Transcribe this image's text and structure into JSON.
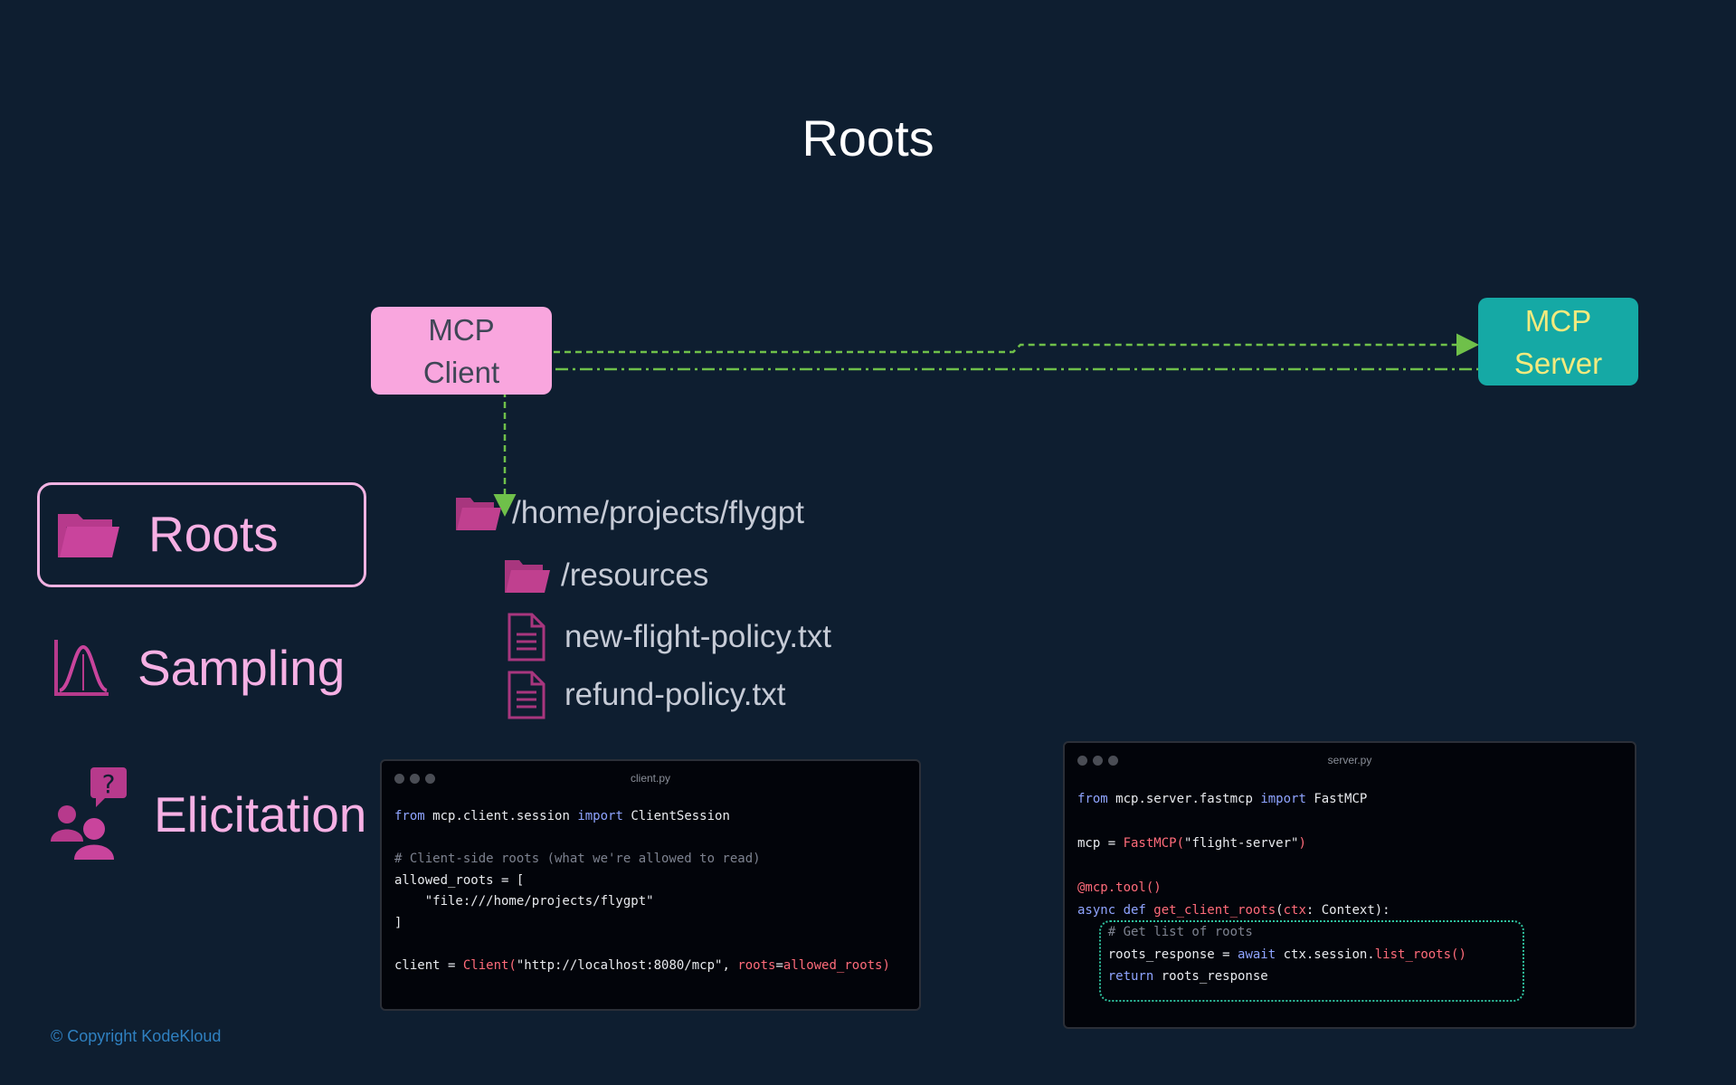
{
  "title": "Roots",
  "diagram": {
    "client_node": {
      "line1": "MCP",
      "line2": "Client",
      "color": "#f9a6de"
    },
    "server_node": {
      "line1": "MCP",
      "line2": "Server",
      "color": "#15a9a5"
    },
    "connector_color": "#6fc04a"
  },
  "sidebar": {
    "items": [
      {
        "label": "Roots",
        "icon": "folder-icon",
        "selected": true
      },
      {
        "label": "Sampling",
        "icon": "bell-curve-icon",
        "selected": false
      },
      {
        "label": "Elicitation",
        "icon": "people-question-icon",
        "selected": false
      }
    ],
    "accent": "#f6b0e4"
  },
  "tree": {
    "root": "/home/projects/flygpt",
    "children": [
      {
        "label": "/resources",
        "icon": "folder-icon"
      },
      {
        "label": "new-flight-policy.txt",
        "icon": "file-icon"
      },
      {
        "label": "refund-policy.txt",
        "icon": "file-icon"
      }
    ]
  },
  "client_code": {
    "filename": "client.py",
    "lines": [
      "from mcp.client.session import ClientSession",
      "",
      "# Client-side roots (what we're allowed to read)",
      "allowed_roots = [",
      "    \"file:///home/projects/flygpt\"",
      "]",
      "",
      "client = Client(\"http://localhost:8080/mcp\", roots=allowed_roots)"
    ]
  },
  "server_code": {
    "filename": "server.py",
    "lines": [
      "from mcp.server.fastmcp import FastMCP",
      "",
      "mcp = FastMCP(\"flight-server\")",
      "",
      "@mcp.tool()",
      "async def get_client_roots(ctx: Context):",
      "    # Get list of roots",
      "    roots_response = await ctx.session.list_roots()",
      "    return roots_response"
    ]
  },
  "copyright": "© Copyright KodeKloud"
}
